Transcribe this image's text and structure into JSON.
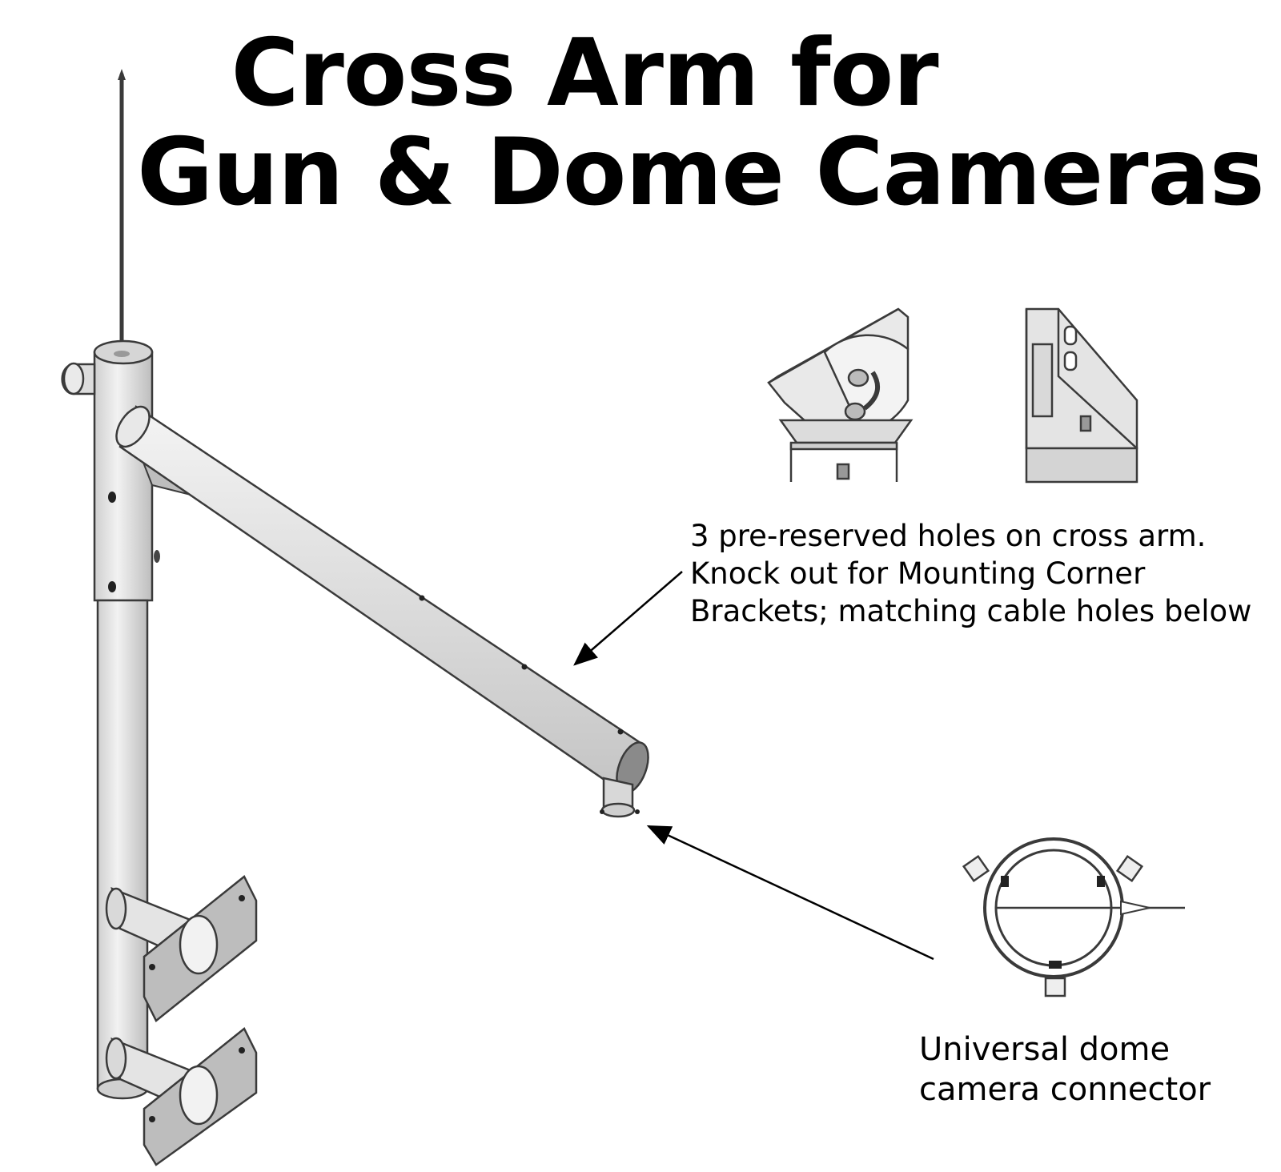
{
  "title": {
    "line1": "Cross Arm for",
    "line2": "Gun & Dome Cameras"
  },
  "callouts": {
    "cross_arm": "3 pre-reserved holes on cross arm. Knock out for Mounting Corner Brackets; matching cable holes below",
    "dome_connector": "Universal dome camera connector"
  },
  "colors": {
    "text": "#000000",
    "metal_fill": "#e6e6e6",
    "metal_shade": "#c8c8c8",
    "outline": "#3a3a3a"
  }
}
